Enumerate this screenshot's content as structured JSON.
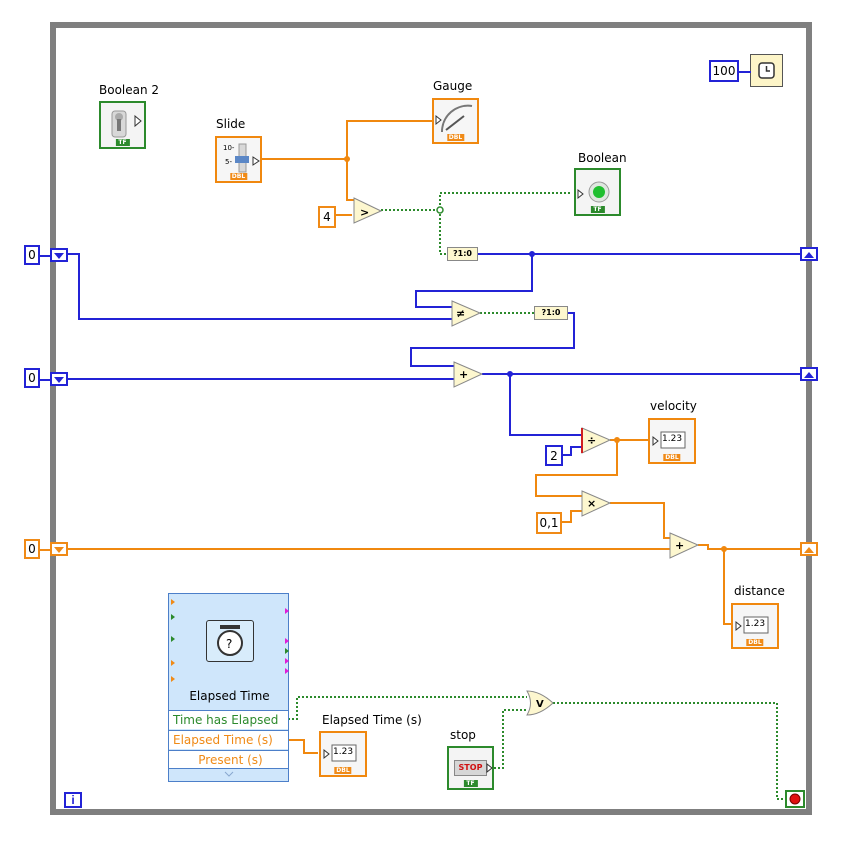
{
  "labels": {
    "boolean2": "Boolean 2",
    "slide": "Slide",
    "gauge": "Gauge",
    "boolean": "Boolean",
    "velocity": "velocity",
    "distance": "distance",
    "elapsed_time_s": "Elapsed Time (s)",
    "stop": "stop"
  },
  "constants": {
    "wait_ms": "100",
    "compare_value": "4",
    "init_shift1": "0",
    "init_shift2": "0",
    "init_shift3": "0",
    "divisor": "2",
    "multiplier": "0,1"
  },
  "elapsed_vi": {
    "title": "Elapsed Time",
    "row1": "Time has Elapsed",
    "row2": "Elapsed Time (s)",
    "row3": "Present (s)"
  },
  "indicators": {
    "numeric_text": "1.23",
    "dbl": "DBL",
    "tf": "TF",
    "stop_text": "STOP",
    "select_text": "?1:0"
  },
  "iteration": "i",
  "colors": {
    "orange_wire": "#f0880f",
    "blue_wire": "#2323d6",
    "green_wire": "#2c8a2c"
  }
}
